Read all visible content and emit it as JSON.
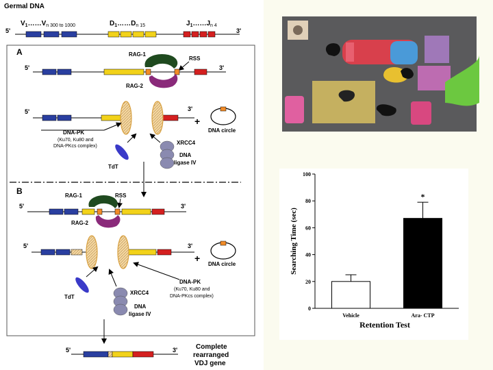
{
  "vdj": {
    "title": "Germal DNA",
    "germline": {
      "five": "5'",
      "three": "3'",
      "v_label": "V",
      "v_sub1": "1",
      "v_dots": "……V",
      "v_sub2": "n 300 to 1000",
      "d_label": "D",
      "d_sub1": "1",
      "d_dots": "……D",
      "d_sub2": "n 15",
      "j_label": "J",
      "j_sub1": "1",
      "j_dots": "……J",
      "j_sub2": "n 4"
    },
    "panel_a": {
      "letter": "A",
      "rag1": "RAG-1",
      "rag2": "RAG-2",
      "rss": "RSS",
      "dna_pk": "DNA-PK",
      "dna_pk_desc1": "(Ku70, Ku80 and",
      "dna_pk_desc2": "DNA-PKcs complex)",
      "xrcc4": "XRCC4",
      "ligase1": "DNA",
      "ligase2": "ligase IV",
      "tdt": "TdT",
      "dna_circle": "DNA circle",
      "plus": "+",
      "five": "5'",
      "three": "3'"
    },
    "panel_b": {
      "letter": "B",
      "rag1": "RAG-1",
      "rag2": "RAG-2",
      "rss": "RSS",
      "dna_pk": "DNA-PK",
      "dna_pk_desc1": "(Ku70, Ku80 and",
      "dna_pk_desc2": "DNA-PKcs complex)",
      "xrcc4": "XRCC4",
      "ligase1": "DNA",
      "ligase2": "ligase IV",
      "tdt": "TdT",
      "dna_circle": "DNA circle",
      "plus": "+",
      "five": "5'",
      "three": "3'"
    },
    "complete": {
      "line1": "Complete",
      "line2": "rearranged",
      "line3": "VDJ gene",
      "five": "5'",
      "three": "3'"
    }
  },
  "colors": {
    "background": "#fbfbef",
    "v_segment": "#2a3fa0",
    "d_segment": "#f2d21a",
    "j_segment": "#d42020",
    "rss": "#f28c28",
    "rag1": "#1f4a1f",
    "rag2": "#8a2a7a",
    "tdt": "#3a3ac8",
    "ligase": "#8a8ab0",
    "hoop": "#e8c060",
    "bar_vehicle": "#ffffff",
    "bar_aractp": "#000000"
  },
  "chart_data": {
    "type": "bar",
    "categories": [
      "Vehicle",
      "Ara- CTP"
    ],
    "values": [
      20,
      67
    ],
    "errors": [
      5,
      12
    ],
    "significance": [
      "",
      "*"
    ],
    "ylabel": "Searching Time (sec)",
    "xlabel": "Retention Test",
    "ylim": [
      0,
      100
    ],
    "yticks": [
      0,
      20,
      40,
      60,
      80,
      100
    ],
    "bar_colors": [
      "#ffffff",
      "#000000"
    ],
    "grid": false
  }
}
